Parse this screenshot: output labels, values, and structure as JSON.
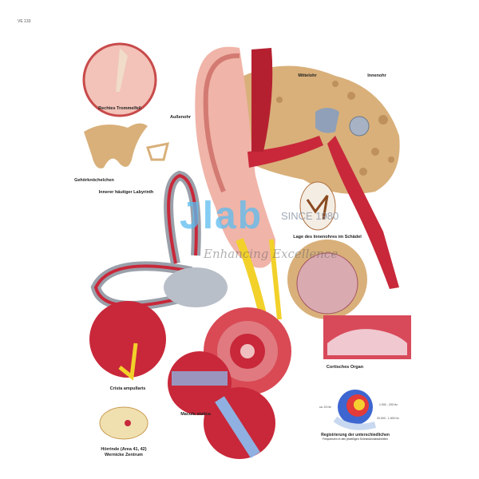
{
  "poster": {
    "code": "VE 133",
    "captions": {
      "eardrum": "Rechtes Trommelfell",
      "ossicles": "Gehörknöchelchen",
      "labyrinth": "Innerer häutiger Labyrinth",
      "outer_ear": "Außenohr",
      "middle_ear": "Mittelohr",
      "inner_ear": "Innenohr",
      "skull": "Lage des Innenohres im Schädel",
      "crista": "Crista ampullaris",
      "corti": "Cortisches Organ",
      "macula": "Macula statica",
      "cortex_1": "Hörrinde (Area 41, 42)",
      "cortex_2": "Wernicke Zentrum",
      "frequency_1": "Registrierung der unterschiedlichen",
      "frequency_2": "Frequenzen in den jeweiligen Schneckenabschnitten",
      "freq_low": "ca. 20 Hz",
      "freq_mid": "1.000 - 200 Hz",
      "freq_high": "20.000 - 1.000 Hz"
    },
    "watermark": {
      "logo": "Jlab",
      "since": "SINCE 1980",
      "tagline": "Enhancing Excellence"
    },
    "colors": {
      "flesh": "#e8a39a",
      "red": "#c8283a",
      "bone": "#d9b07a",
      "nerve": "#f2d12a",
      "gray": "#9aa0aa",
      "watermark": "#5bbcf0"
    }
  }
}
